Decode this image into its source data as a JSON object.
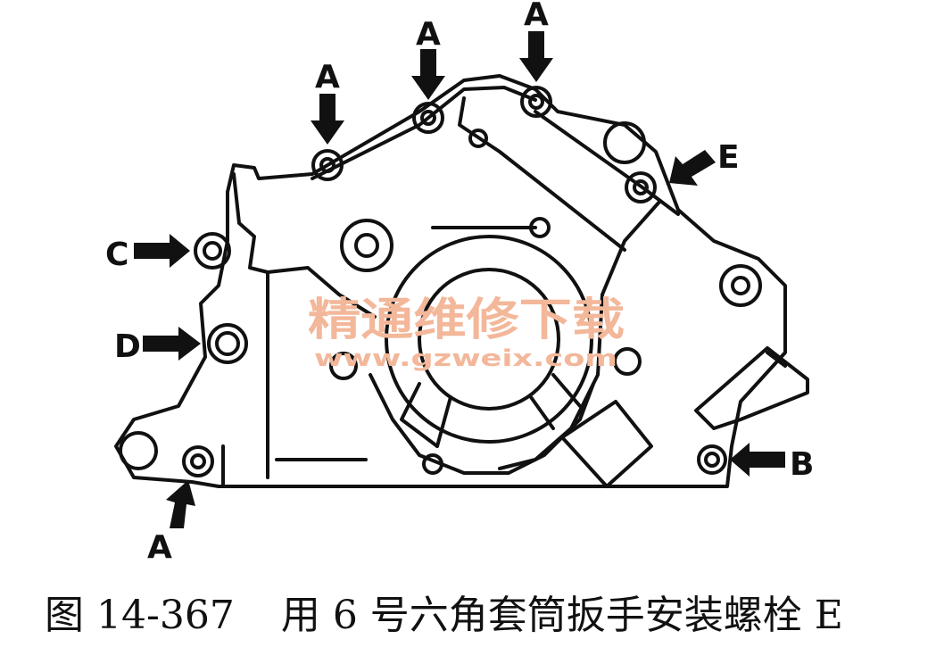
{
  "figure": {
    "caption_number": "图 14-367",
    "caption_text": "用 6 号六角套筒扳手安装螺栓 E"
  },
  "labels": [
    "A",
    "A",
    "A",
    "A",
    "B",
    "C",
    "D",
    "E"
  ],
  "watermark": {
    "title": "精通维修下载",
    "url": "www.gzweix.com"
  }
}
